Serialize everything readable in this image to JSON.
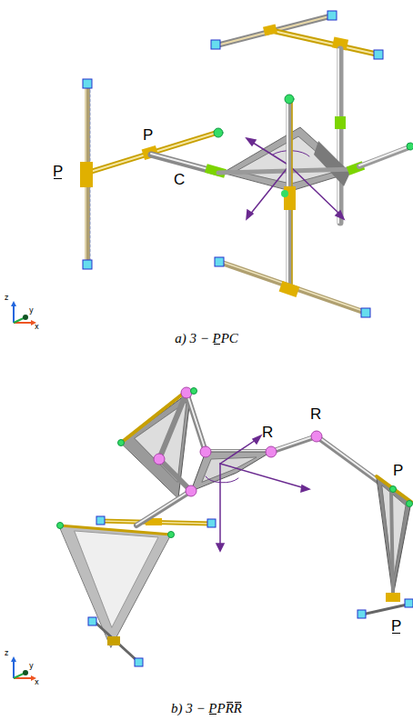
{
  "diagram": {
    "labels": [
      "P",
      "P",
      "C",
      "z",
      "y",
      "x",
      "a) 3 − PPC",
      "R",
      "R",
      "P",
      "P",
      "z",
      "y",
      "x",
      "b) 3 − PPRR"
    ]
  }
}
